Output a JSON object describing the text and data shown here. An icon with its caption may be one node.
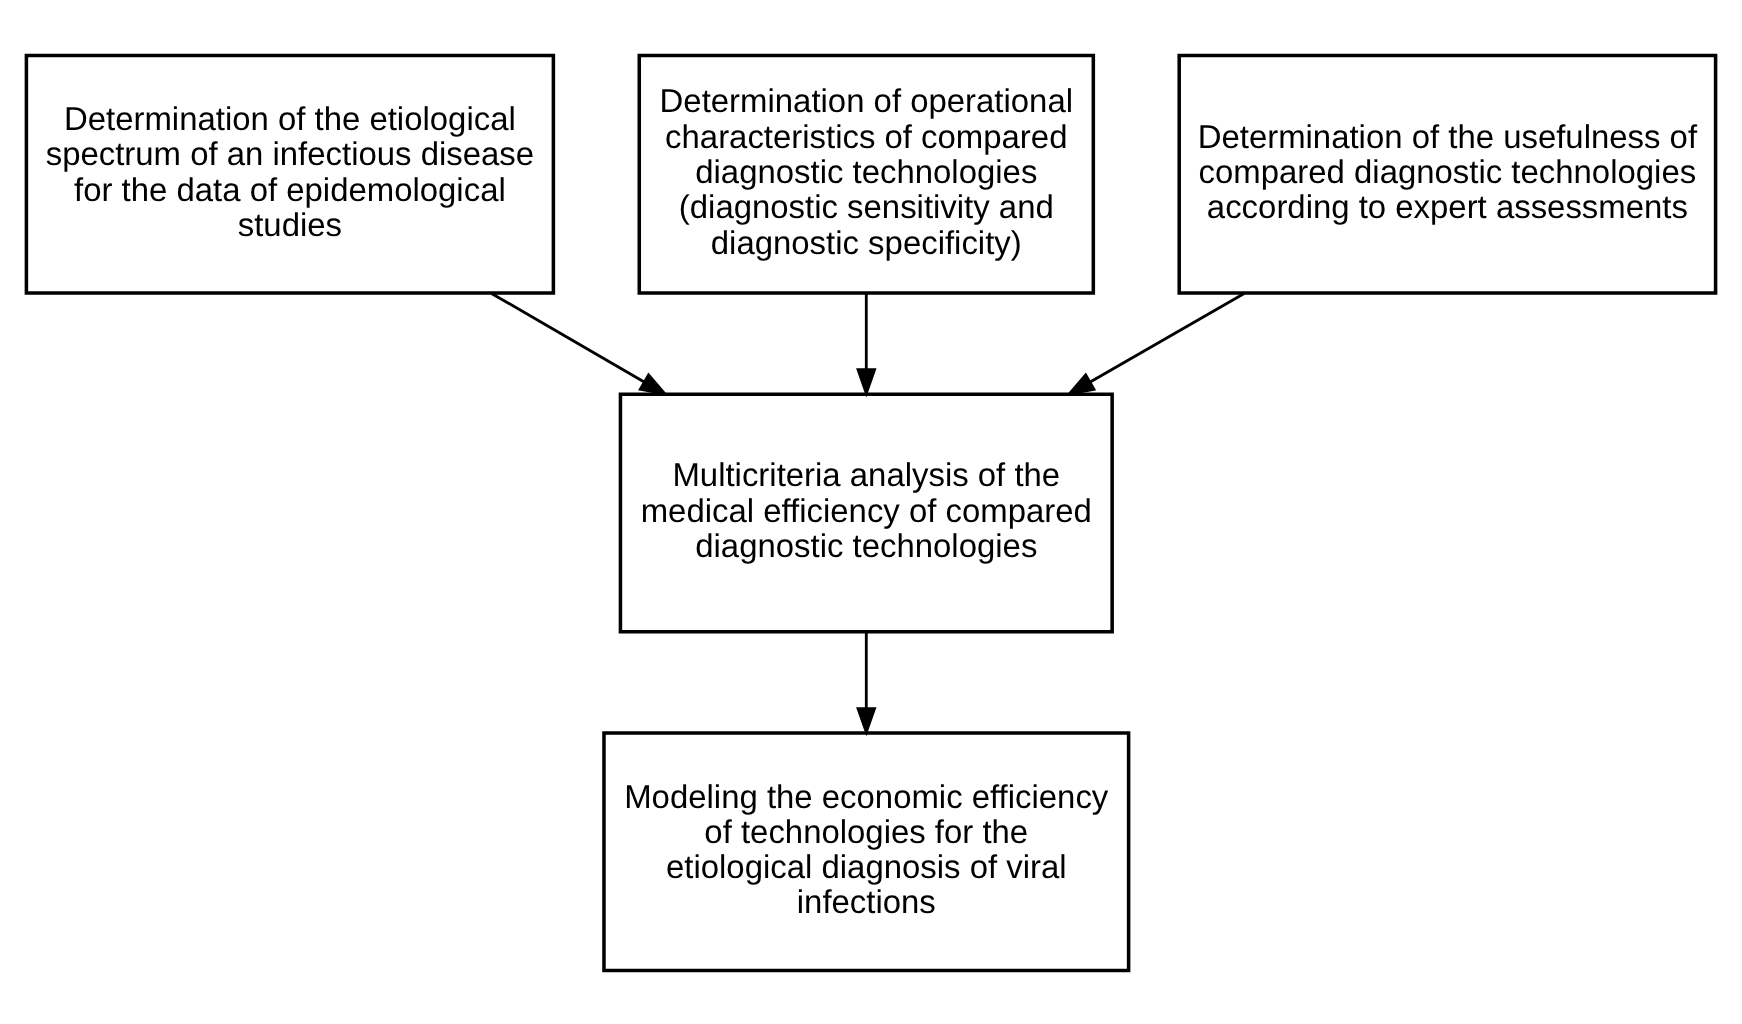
{
  "diagram": {
    "nodes": [
      {
        "text": [
          "Determination of the etiological spectrum of an infectious disease for the data of epidemological studies"
        ]
      },
      {
        "text": [
          "Determination of operational characteristics of compared diagnostic technologies (diagnostic sensitivity and diagnostic specificity)"
        ]
      },
      {
        "text": [
          "Determination of the usefulness of compared diagnostic technologies according to expert assessments"
        ]
      },
      {
        "text": [
          "Multicriteria analysis of the medical efficiency of compared diagnostic technologies"
        ]
      },
      {
        "text": [
          "Modeling the economic efficiency of technologies for the etiological diagnosis of viral infections"
        ]
      }
    ],
    "edges": [
      {
        "from": 0,
        "to": 3,
        "arrow": "to"
      },
      {
        "from": 1,
        "to": 3,
        "arrow": "to"
      },
      {
        "from": 2,
        "to": 3,
        "arrow": "to"
      },
      {
        "from": 3,
        "to": 4,
        "arrow": "to"
      }
    ]
  }
}
